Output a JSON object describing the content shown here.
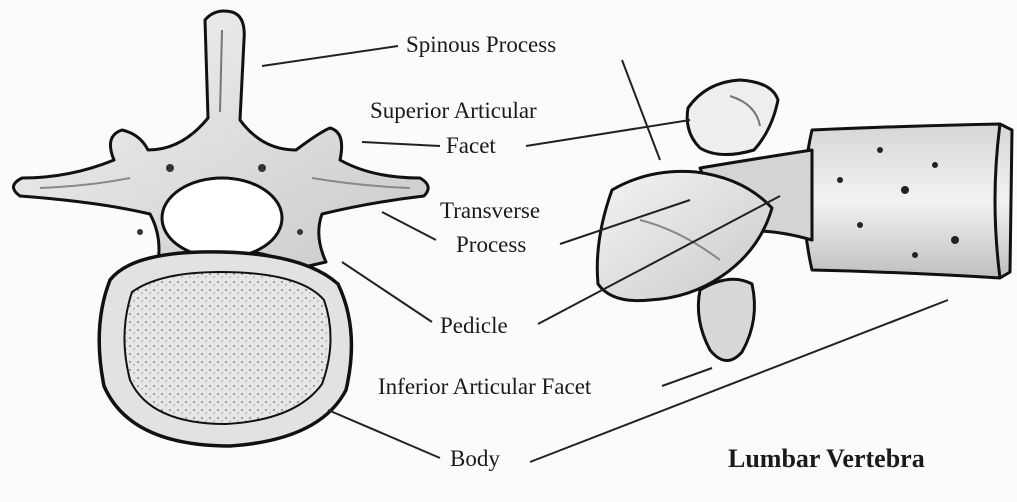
{
  "labels": {
    "spinous_process": "Spinous Process",
    "superior_articular_line1": "Superior Articular",
    "superior_articular_line2": "Facet",
    "transverse_line1": "Transverse",
    "transverse_line2": "Process",
    "pedicle": "Pedicle",
    "inferior_articular_facet": "Inferior Articular Facet",
    "body": "Body"
  },
  "caption": "Lumbar Vertebra",
  "colors": {
    "background": "#fbfbfb",
    "bone_fill": "#e9e9e9",
    "bone_shade": "#bdbdbd",
    "outline": "#111111",
    "leader_line": "#222222"
  }
}
